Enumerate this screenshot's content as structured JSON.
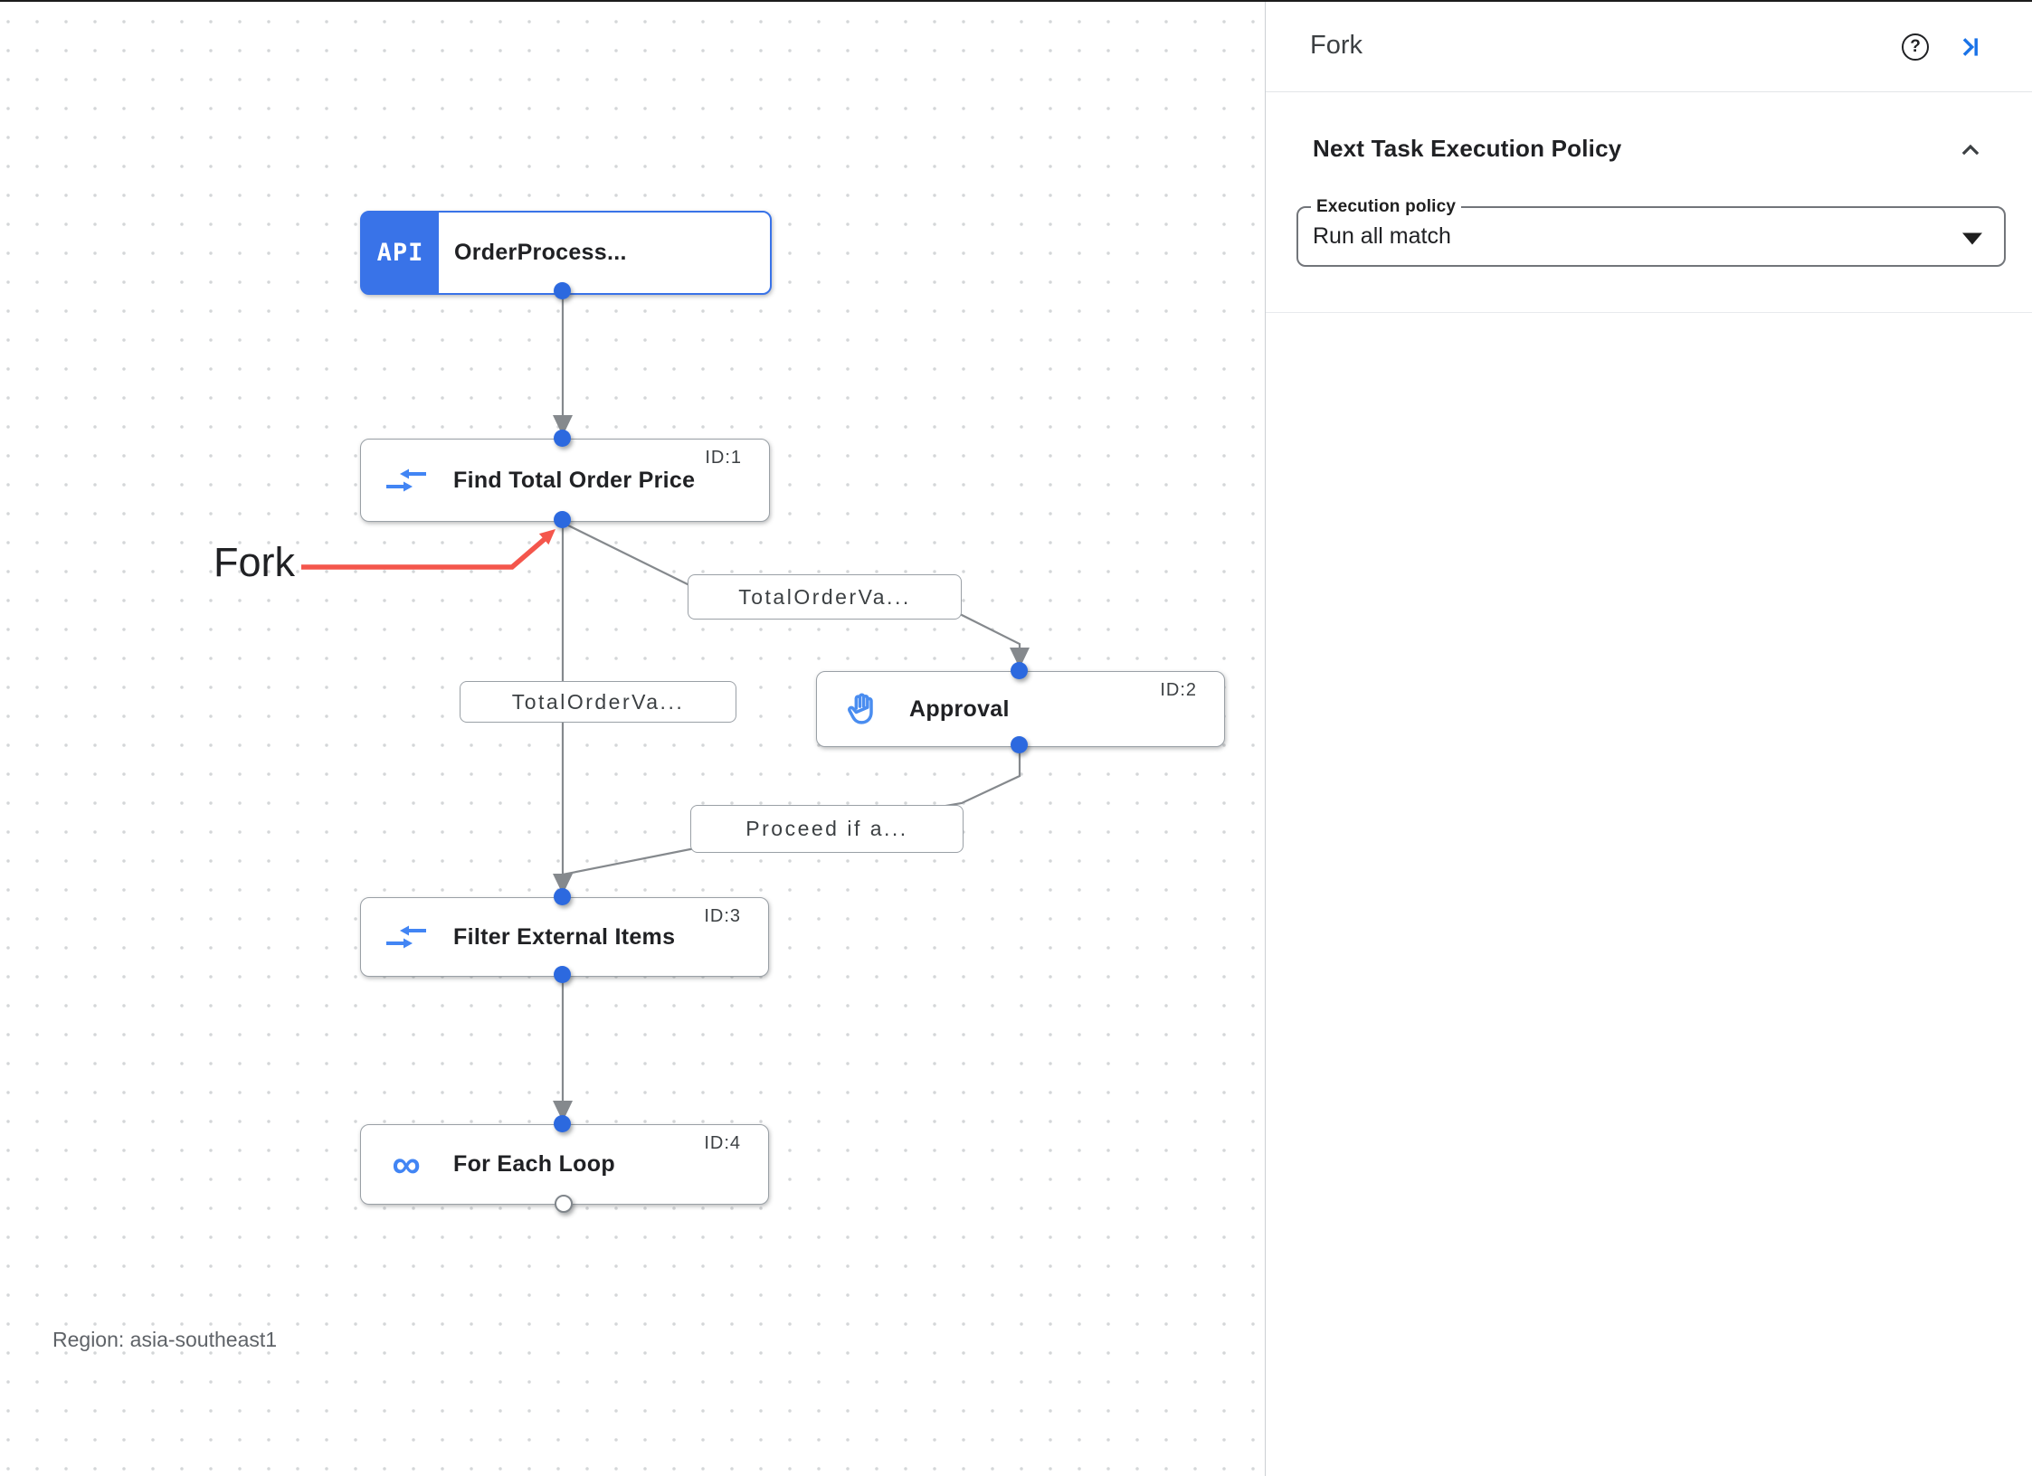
{
  "panel": {
    "title": "Fork",
    "help_icon": "help-circle-icon",
    "collapse_icon": "collapse-panel-right-icon",
    "section": {
      "title": "Next Task Execution Policy",
      "collapse_icon": "chevron-up-icon",
      "execution_policy_field": {
        "label": "Execution policy",
        "value": "Run all match"
      }
    }
  },
  "canvas": {
    "region_label": "Region: asia-southeast1",
    "annotation": {
      "label": "Fork",
      "color": "#f4564c"
    },
    "nodes": [
      {
        "label": "OrderProcess...",
        "id_badge": "",
        "icon": "api-icon",
        "icon_text": "API"
      },
      {
        "label": "Find Total Order Price",
        "id_badge": "ID:1",
        "icon": "data-mapping-icon"
      },
      {
        "label": "Approval",
        "id_badge": "ID:2",
        "icon": "approval-hand-icon"
      },
      {
        "label": "Filter External Items",
        "id_badge": "ID:3",
        "icon": "data-mapping-icon"
      },
      {
        "label": "For Each Loop",
        "id_badge": "ID:4",
        "icon": "for-each-loop-icon",
        "icon_glyph": "∞"
      }
    ],
    "edges": [
      {
        "from": "OrderProcess...",
        "to": "Find Total Order Price",
        "label": ""
      },
      {
        "from": "Find Total Order Price",
        "to": "Approval",
        "label": "TotalOrderVa..."
      },
      {
        "from": "Find Total Order Price",
        "to": "Filter External Items",
        "label": "TotalOrderVa..."
      },
      {
        "from": "Approval",
        "to": "Filter External Items",
        "label": "Proceed if a..."
      },
      {
        "from": "Filter External Items",
        "to": "For Each Loop",
        "label": ""
      }
    ],
    "colors": {
      "node_accent_blue": "#3973e8",
      "connection_dot_blue": "#2c69df",
      "edge_gray": "#85898d",
      "icon_blue": "#4285f4",
      "annotation_red": "#f4564c"
    }
  }
}
